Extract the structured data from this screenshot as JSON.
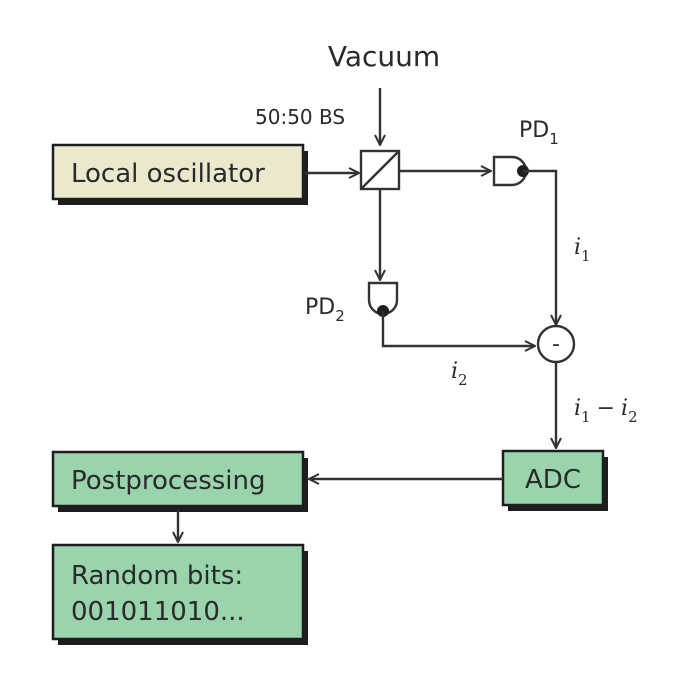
{
  "diagram": {
    "vacuum_label": "Vacuum",
    "bs_label": "50:50 BS",
    "local_oscillator_label": "Local oscillator",
    "pd1": {
      "main": "PD",
      "sub": "1"
    },
    "pd2": {
      "main": "PD",
      "sub": "2"
    },
    "i1": {
      "main": "i",
      "sub": "1"
    },
    "i2": {
      "main": "i",
      "sub": "2"
    },
    "difference": {
      "a": "i",
      "a_sub": "1",
      "op": "−",
      "b": "i",
      "b_sub": "2"
    },
    "subtractor_symbol": "-",
    "adc_label": "ADC",
    "postprocessing_label": "Postprocessing",
    "random_bits_line1": "Random bits:",
    "random_bits_line2": "001011010..."
  },
  "colors": {
    "local_oscillator_fill": "#ece8cd",
    "green_fill": "#9ad4ad",
    "line": "#333333",
    "shadow": "#1e1e1e"
  }
}
